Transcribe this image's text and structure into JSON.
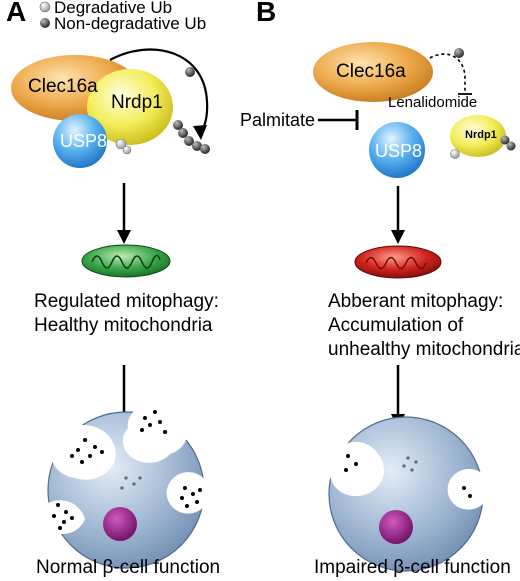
{
  "legend": {
    "degradative": "Degradative Ub",
    "non_degradative": "Non-degradative Ub"
  },
  "panel_a": {
    "letter": "A",
    "proteins": {
      "clec16a": "Clec16a",
      "nrdp1": "Nrdp1",
      "usp8": "USP8"
    },
    "caption_line1": "Regulated mitophagy:",
    "caption_line2": "Healthy mitochondria",
    "bottom": "Normal β-cell function"
  },
  "panel_b": {
    "letter": "B",
    "proteins": {
      "clec16a": "Clec16a",
      "nrdp1": "Nrdp1",
      "usp8": "USP8"
    },
    "palmitate": "Palmitate",
    "lenalidomide": "Lenalidomide",
    "caption_line1": "Abberant mitophagy:",
    "caption_line2": "Accumulation of",
    "caption_line3": "unhealthy mitochondria",
    "bottom": "Impaired β-cell function"
  },
  "colors": {
    "clec16a": "#e8a040",
    "nrdp1": "#f2ec50",
    "usp8": "#3a9de8",
    "healthy_mito": "#2e9a3a",
    "unhealthy_mito": "#c41a1a",
    "cell": "#8aa6c6",
    "nucleus": "#8a1a7a"
  }
}
